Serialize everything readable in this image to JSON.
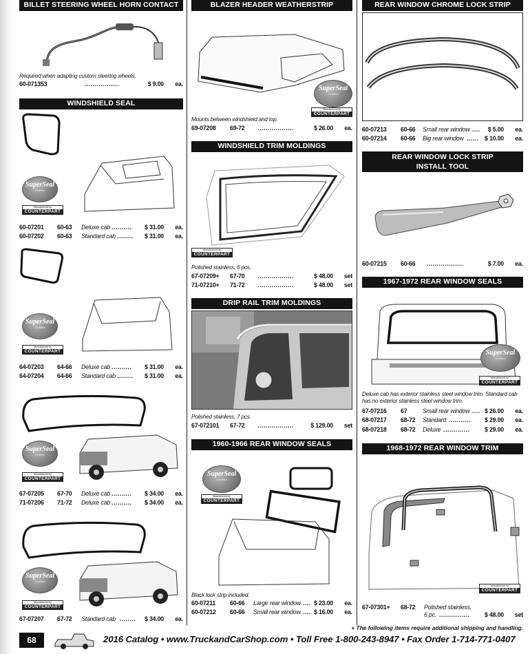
{
  "colors": {
    "header_bg": "#141414",
    "header_text": "#ffffff"
  },
  "badges": {
    "superseal": "SuperSeal",
    "superseal_sub": "Certified",
    "counterpart_top": "Manufactured by",
    "counterpart": "COUNTERPART"
  },
  "col1": {
    "horn": {
      "title": "BILLET STEERING WHEEL HORN CONTACT WIRE",
      "note": "Required when adapting custom steering wheels.",
      "rows": [
        {
          "part": "60-071353",
          "years": "",
          "desc": "",
          "dots": ".................",
          "price": "$ 9.00",
          "unit": "ea."
        }
      ]
    },
    "windshield": {
      "title": "WINDSHIELD SEAL",
      "rows": [
        {
          "part": "60-07201",
          "years": "60-63",
          "desc": "Deluxe cab",
          "dots": "..........",
          "price": "$ 31.00",
          "unit": "ea."
        },
        {
          "part": "60-07202",
          "years": "60-63",
          "desc": "Standard cab",
          "dots": "........",
          "price": "$ 31.00",
          "unit": "ea."
        },
        {
          "part": "64-07203",
          "years": "64-66",
          "desc": "Deluxe cab",
          "dots": "..........",
          "price": "$ 31.00",
          "unit": "ea."
        },
        {
          "part": "64-07204",
          "years": "64-66",
          "desc": "Standard cab",
          "dots": "........",
          "price": "$ 31.00",
          "unit": "ea."
        },
        {
          "part": "67-07205",
          "years": "67-70",
          "desc": "Deluxe cab",
          "dots": "..........",
          "price": "$ 34.00",
          "unit": "ea."
        },
        {
          "part": "71-07206",
          "years": "71-72",
          "desc": "Deluxe cab",
          "dots": "..........",
          "price": "$ 34.00",
          "unit": "ea."
        },
        {
          "part": "67-07207",
          "years": "67-72",
          "desc": "Standard cab",
          "dots": "........",
          "price": "$ 34.00",
          "unit": "ea."
        }
      ]
    }
  },
  "col2": {
    "blazer": {
      "title": "BLAZER HEADER WEATHERSTRIP",
      "note": "Mounts between windshield and top.",
      "rows": [
        {
          "part": "69-07208",
          "years": "69-72",
          "desc": "",
          "dots": "..................",
          "price": "$ 26.00",
          "unit": "ea."
        }
      ]
    },
    "trim": {
      "title": "WINDSHIELD TRIM MOLDINGS",
      "note": "Polished stainless, 6 pcs.",
      "rows": [
        {
          "part": "67-07209",
          "plus": "+",
          "years": "67-70",
          "desc": "",
          "dots": "..................",
          "price": "$ 48.00",
          "unit": "set"
        },
        {
          "part": "71-07210",
          "plus": "+",
          "years": "71-72",
          "desc": "",
          "dots": "..................",
          "price": "$ 48.00",
          "unit": "set"
        }
      ]
    },
    "drip": {
      "title": "DRIP RAIL TRIM MOLDINGS",
      "note": "Polished stainless, 7 pcs.",
      "rows": [
        {
          "part": "67-072101",
          "years": "67-72",
          "desc": "",
          "dots": "..................",
          "price": "$ 129.00",
          "unit": "set"
        }
      ]
    },
    "rear6066": {
      "title": "1960-1966 REAR WINDOW SEALS",
      "note": "Black lock strip included.",
      "rows": [
        {
          "part": "60-07211",
          "years": "60-66",
          "desc": "Large rear window",
          "dots": "....",
          "price": "$ 23.00",
          "unit": "ea."
        },
        {
          "part": "60-07212",
          "years": "60-66",
          "desc": "Small rear window.",
          "dots": "....",
          "price": "$ 16.00",
          "unit": "ea."
        }
      ]
    }
  },
  "col3": {
    "chrome": {
      "title": "REAR WINDOW CHROME LOCK STRIP",
      "rows": [
        {
          "part": "60-07213",
          "years": "60-66",
          "desc": "Small rear window",
          "dots": "....",
          "price": "$ 5.00",
          "unit": "ea."
        },
        {
          "part": "60-07214",
          "years": "60-66",
          "desc": "Big rear window",
          "dots": "......",
          "price": "$ 10.00",
          "unit": "ea."
        }
      ]
    },
    "tool": {
      "title1": "REAR WINDOW LOCK STRIP",
      "title2": "INSTALL TOOL",
      "rows": [
        {
          "part": "60-07215",
          "years": "60-66",
          "desc": "",
          "dots": "..................",
          "price": "$ 7.00",
          "unit": "ea."
        }
      ]
    },
    "rear6772": {
      "title": "1967-1972 REAR WINDOW SEALS",
      "note": "Deluxe cab has exterior stainless steel window trim. Standard cab has no exterior stainless steel window trim.",
      "rows": [
        {
          "part": "67-07216",
          "years": "67",
          "desc": "Small rear window",
          "dots": "....",
          "price": "$ 26.00",
          "unit": "ea."
        },
        {
          "part": "68-07217",
          "years": "68-72",
          "desc": "Standard",
          "dots": "...........",
          "price": "$ 29.00",
          "unit": "ea."
        },
        {
          "part": "68-07218",
          "years": "68-72",
          "desc": "Deluxe",
          "dots": ".............",
          "price": "$ 29.00",
          "unit": "ea."
        }
      ]
    },
    "reartrim": {
      "title": "1968-1972 REAR WINDOW TRIM",
      "rows": [
        {
          "part": "67-07301",
          "plus": "+",
          "years": "68-72",
          "desc": "Polished stainless,",
          "desc2": "6 pc.",
          "dots": "...............",
          "price": "$ 48.00",
          "unit": "set"
        }
      ]
    }
  },
  "footer": {
    "shipping_note": "+ The following items require additional shipping and handling.",
    "page_number": "68",
    "catalog": "2016 Catalog  •  www.TruckandCarShop.com  •  Toll Free  1-800-243-8947  •  Fax Order  1-714-771-0407"
  }
}
